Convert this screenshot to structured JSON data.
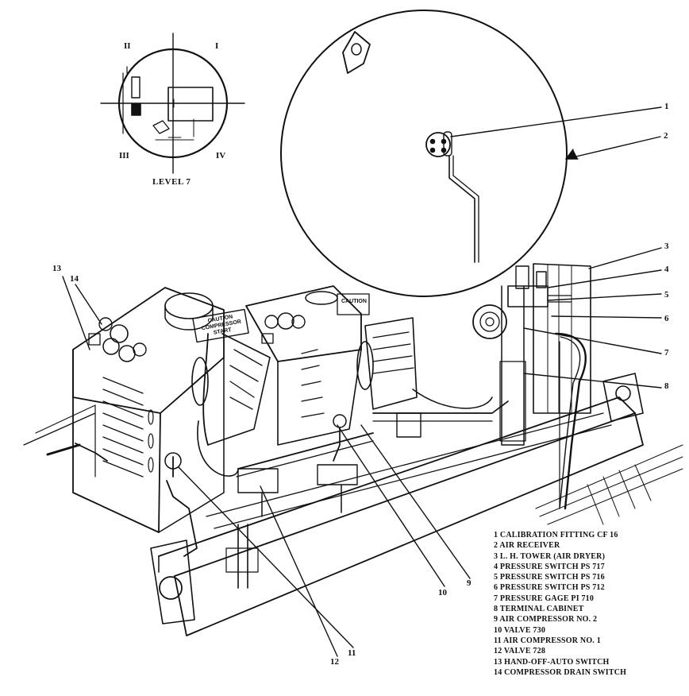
{
  "level_diagram": {
    "title": "LEVEL 7",
    "quadrants": {
      "q1": "I",
      "q2": "II",
      "q3": "III",
      "q4": "IV"
    }
  },
  "caution_signs": {
    "left": [
      "CAUTION",
      "COMPRESSOR",
      "START"
    ],
    "right": [
      "CAUTION"
    ]
  },
  "callouts": [
    "1",
    "2",
    "3",
    "4",
    "5",
    "6",
    "7",
    "8",
    "9",
    "10",
    "11",
    "12",
    "13",
    "14"
  ],
  "legend": [
    "1 CALIBRATION FITTING  CF 16",
    "2 AIR RECEIVER",
    "3 L. H. TOWER (AIR DRYER)",
    "4 PRESSURE SWITCH PS 717",
    "5 PRESSURE SWITCH PS 716",
    "6 PRESSURE SWITCH PS 712",
    "7 PRESSURE GAGE PI 710",
    "8 TERMINAL CABINET",
    "9 AIR COMPRESSOR NO. 2",
    "10 VALVE 730",
    "11 AIR COMPRESSOR NO. 1",
    "12 VALVE 728",
    "13 HAND-OFF-AUTO SWITCH",
    "14 COMPRESSOR DRAIN SWITCH"
  ]
}
